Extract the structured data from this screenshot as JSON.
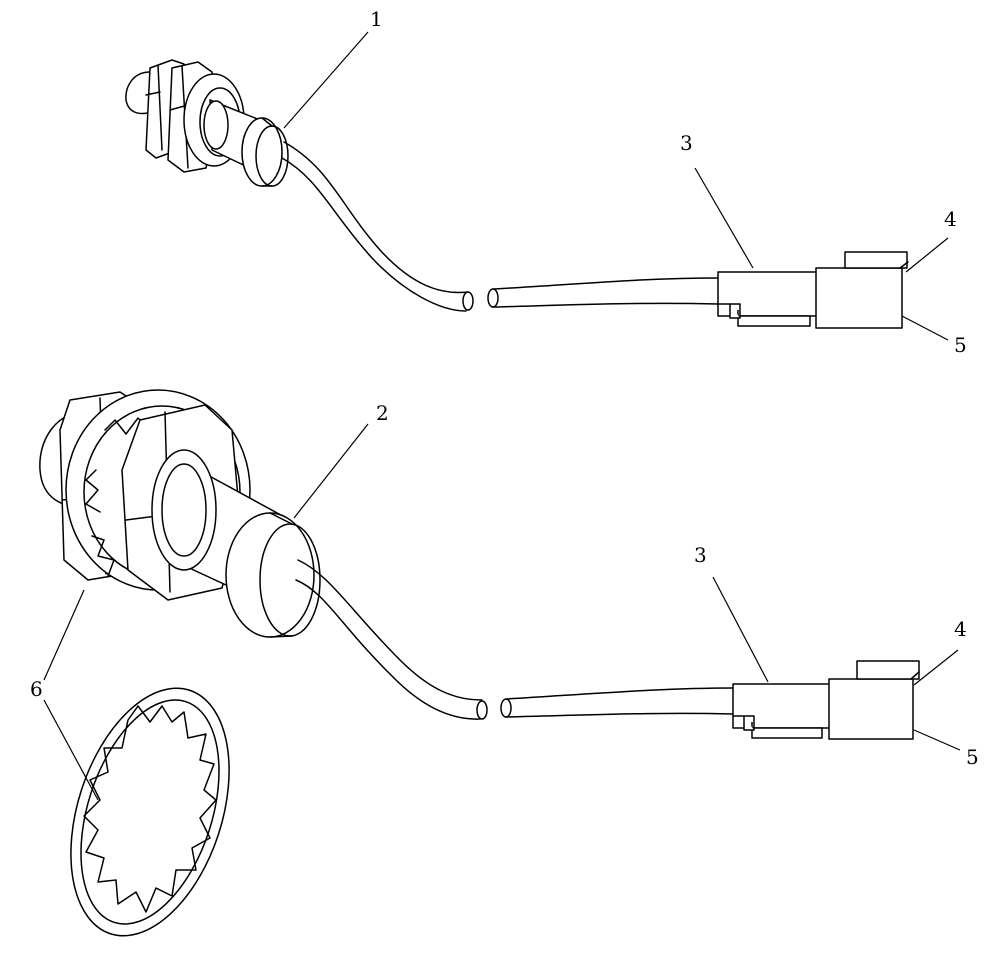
{
  "callouts": {
    "c1": "1",
    "c2": "2",
    "c3a": "3",
    "c3b": "3",
    "c4a": "4",
    "c4b": "4",
    "c5a": "5",
    "c5b": "5",
    "c6": "6"
  },
  "colors": {
    "ink": "#000000",
    "paper": "#ffffff"
  }
}
